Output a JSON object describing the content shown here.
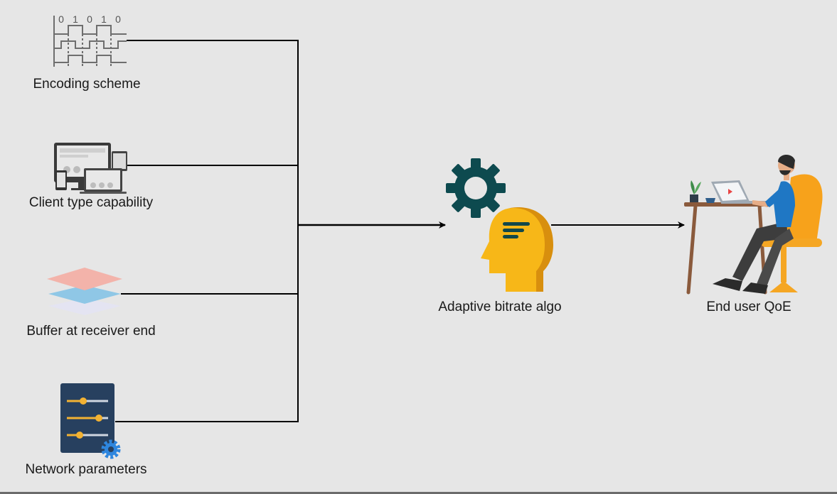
{
  "inputs": {
    "encoding": {
      "label": "Encoding scheme",
      "bits": [
        "0",
        "1",
        "0",
        "1",
        "0"
      ],
      "icon": "square-wave-icon"
    },
    "client": {
      "label": "Client type capability",
      "icon": "multi-device-icon"
    },
    "buffer": {
      "label": "Buffer at receiver end",
      "icon": "stacked-layers-icon"
    },
    "network": {
      "label": "Network parameters",
      "icon": "settings-panel-icon"
    }
  },
  "algo": {
    "label": "Adaptive bitrate algo",
    "icons": [
      "gear-icon",
      "head-icon"
    ]
  },
  "output": {
    "label": "End user QoE",
    "icon": "user-at-laptop-icon"
  },
  "colors": {
    "background": "#e6e6e6",
    "connector": "#000000",
    "gear": "#0d4a4f",
    "head": "#f7b718",
    "panel": "#27405f",
    "chair": "#f7a21b",
    "shirt": "#1f77c4"
  }
}
